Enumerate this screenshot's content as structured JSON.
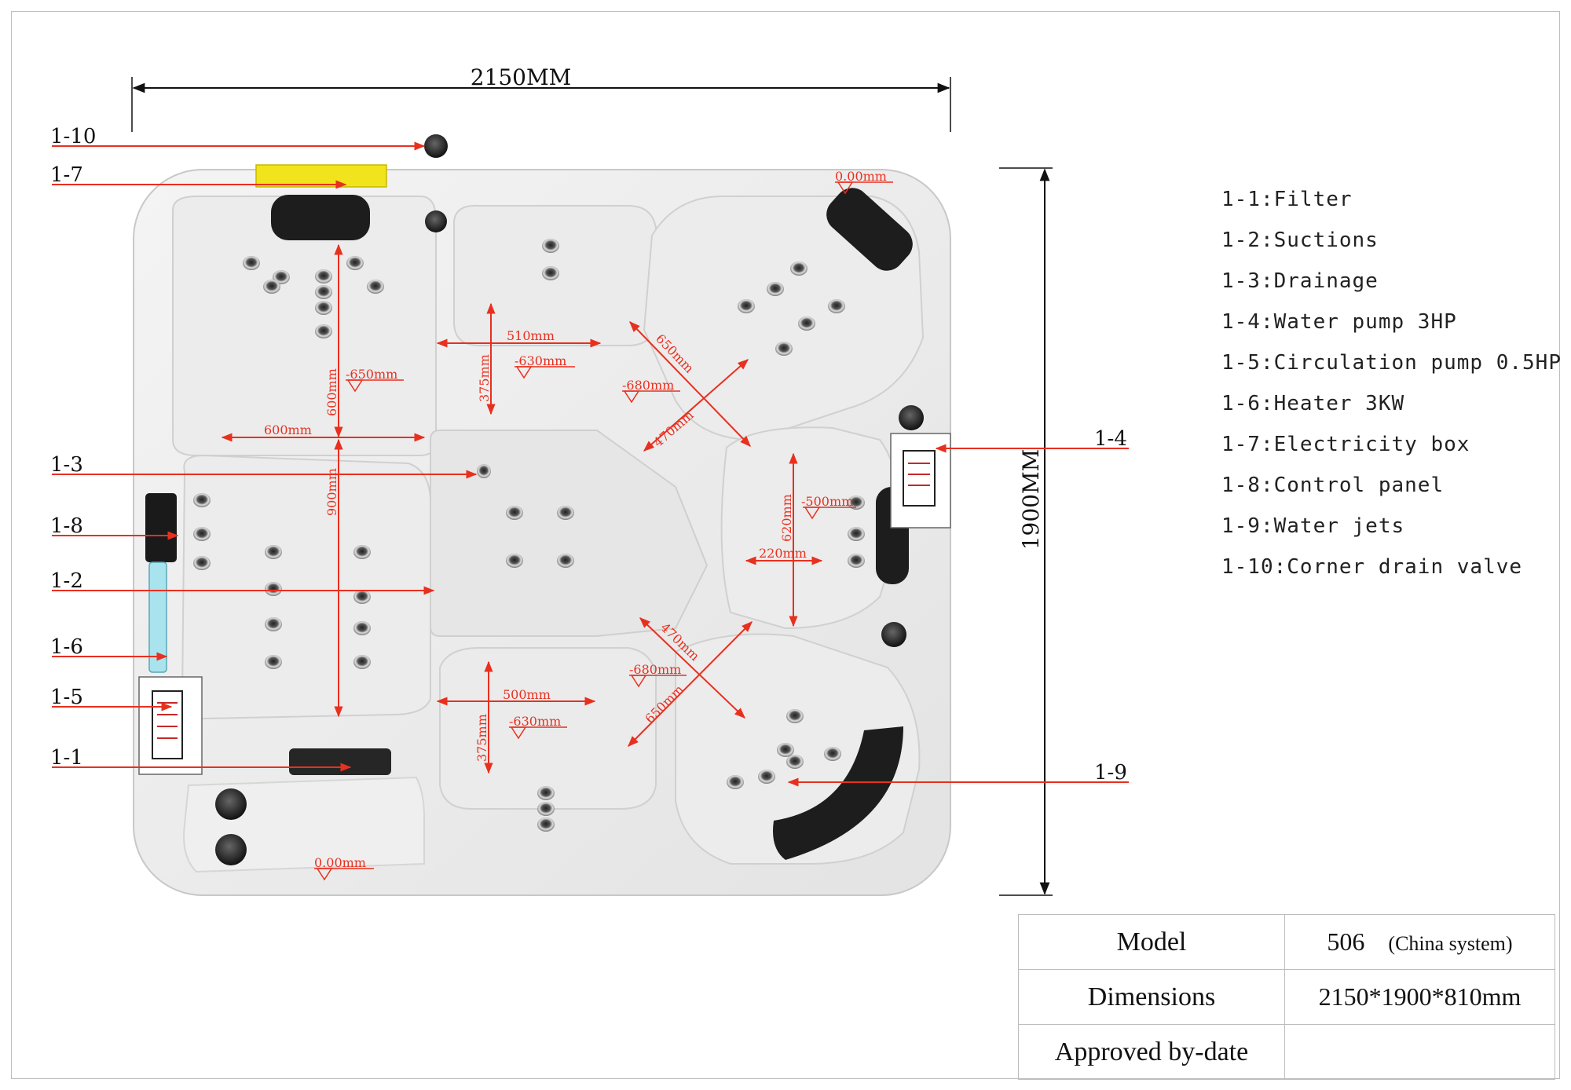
{
  "dimensions": {
    "width_label": "2150MM",
    "height_label": "1900MM"
  },
  "callouts": [
    {
      "id": "1-10",
      "label": "1-10"
    },
    {
      "id": "1-7",
      "label": "1-7"
    },
    {
      "id": "1-3",
      "label": "1-3"
    },
    {
      "id": "1-8",
      "label": "1-8"
    },
    {
      "id": "1-2",
      "label": "1-2"
    },
    {
      "id": "1-6",
      "label": "1-6"
    },
    {
      "id": "1-5",
      "label": "1-5"
    },
    {
      "id": "1-1",
      "label": "1-1"
    },
    {
      "id": "1-4",
      "label": "1-4"
    },
    {
      "id": "1-9",
      "label": "1-9"
    }
  ],
  "measurements": {
    "top_right_level": "0.00mm",
    "bottom_level": "0.00mm",
    "top_seat_depth": "600mm",
    "top_seat_width": "600mm",
    "left_seat_length": "900mm",
    "left_seat_level": "-650mm",
    "top_footwell_width": "510mm",
    "top_footwell_depth": "375mm",
    "top_footwell_level": "-630mm",
    "bottom_footwell_width": "500mm",
    "bottom_footwell_depth": "375mm",
    "bottom_footwell_level": "-630mm",
    "upper_diag_long": "650mm",
    "upper_diag_short": "470mm",
    "upper_diag_level": "-680mm",
    "lower_diag_long": "650mm",
    "lower_diag_short": "470mm",
    "lower_diag_level": "-680mm",
    "right_seat_length": "620mm",
    "right_seat_width": "220mm",
    "right_seat_level": "-500mm"
  },
  "legend": [
    "1-1:Filter",
    "1-2:Suctions",
    "1-3:Drainage",
    "1-4:Water pump 3HP",
    "1-5:Circulation pump 0.5HP",
    "1-6:Heater 3KW",
    "1-7:Electricity box",
    "1-8:Control panel",
    "1-9:Water jets",
    "1-10:Corner drain valve"
  ],
  "spec_table": {
    "model_label": "Model",
    "model_value": "506",
    "model_note": "(China system)",
    "dimensions_label": "Dimensions",
    "dimensions_value": "2150*1900*810mm",
    "approved_label": "Approved by-date",
    "approved_value": ""
  },
  "colors": {
    "annotation": "#e8301f",
    "electricity_box": "#f2e41c",
    "heater": "#a9e4ee"
  }
}
